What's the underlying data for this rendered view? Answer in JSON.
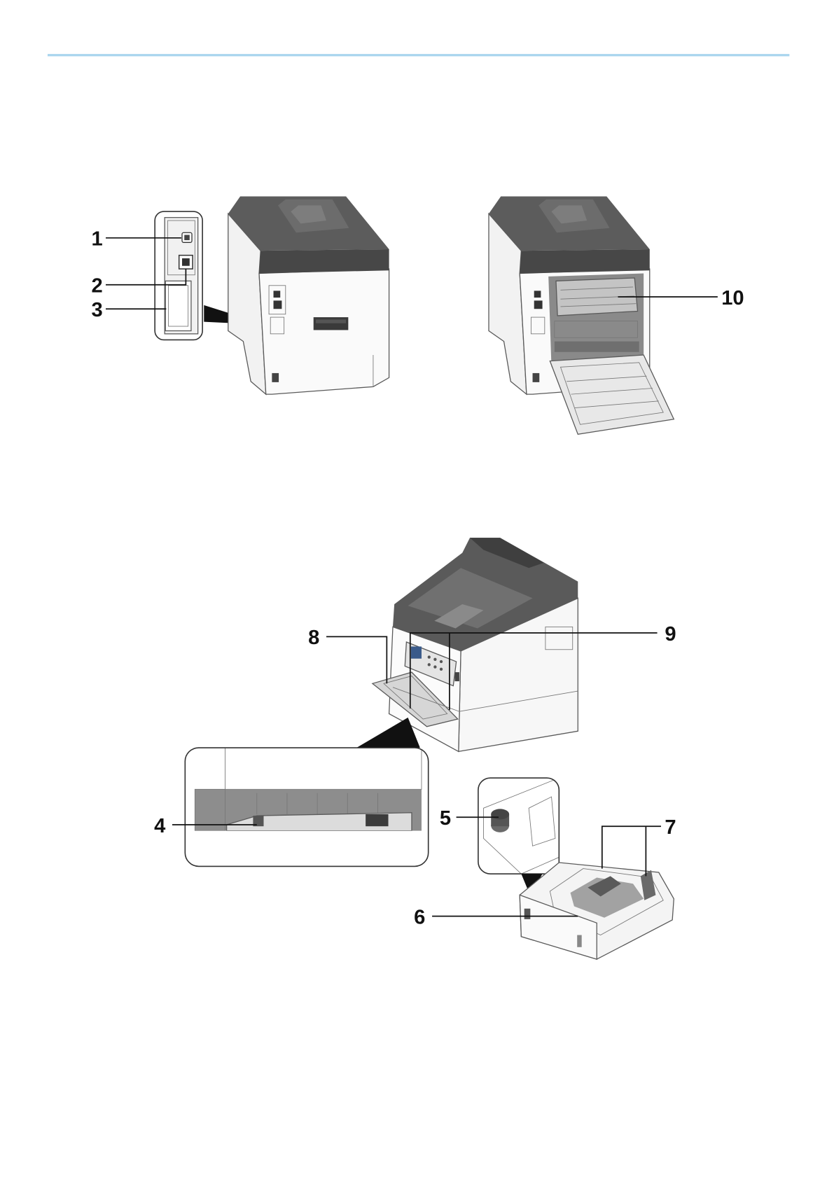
{
  "figure": {
    "callouts": {
      "c1": "1",
      "c2": "2",
      "c3": "3",
      "c4": "4",
      "c5": "5",
      "c6": "6",
      "c7": "7",
      "c8": "8",
      "c9": "9",
      "c10": "10"
    }
  },
  "colors": {
    "header_rule": "#a9d5ee",
    "printer_top": "#5c5c5c",
    "printer_body": "#f6f6f6",
    "callout_text": "#111111"
  }
}
